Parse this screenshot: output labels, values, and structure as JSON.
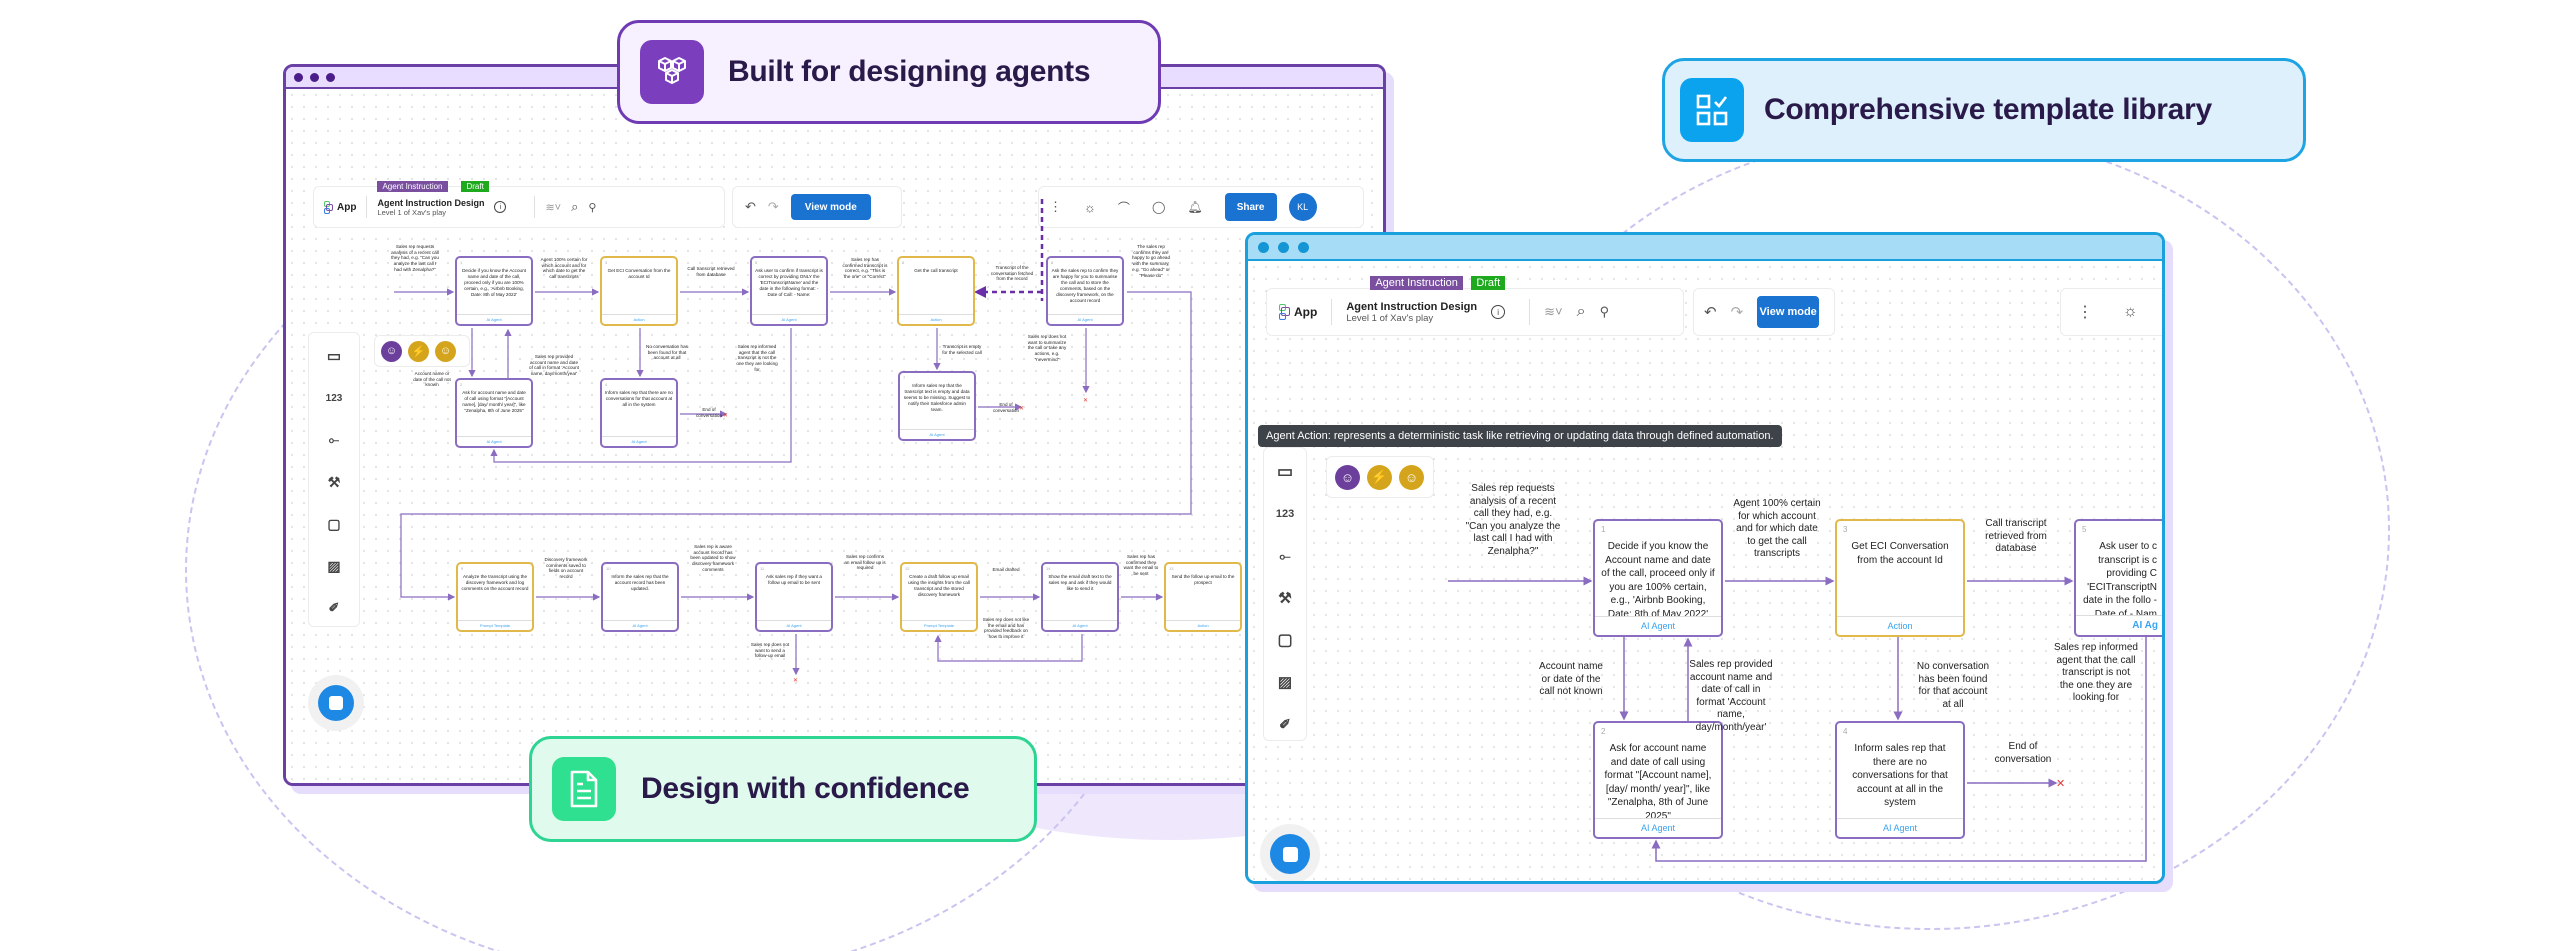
{
  "callouts": {
    "agents": {
      "text": "Built for designing agents",
      "icon": "cubes-icon",
      "color": "#7b3fbe"
    },
    "templates": {
      "text": "Comprehensive template library",
      "icon": "checklist-grid-icon",
      "color": "#0ba3ee"
    },
    "confidence": {
      "text": "Design with confidence",
      "icon": "document-icon",
      "color": "#2ee08f"
    }
  },
  "app": {
    "logo_label": "App",
    "badge_type": "Agent Instruction",
    "badge_status": "Draft",
    "title": "Agent Instruction Design",
    "subtitle": "Level 1 of Xav's play",
    "view_mode": "View mode",
    "share": "Share",
    "avatar_initials": "KL",
    "sidebar_number_tool": "123"
  },
  "tooltip": "Agent Action: represents a deterministic task like retrieving or updating data through defined automation.",
  "flow": {
    "node_types": {
      "agent": "AI Agent",
      "action": "Action",
      "prompt": "Prompt Template"
    },
    "nodes": [
      {
        "num": "1",
        "type": "AI Agent",
        "text": "Decide if you know the Account name and date of the call, proceed only if you are 100% certain, e.g., 'Airbnb Booking, Date: 8th of May 2022'"
      },
      {
        "num": "2",
        "type": "AI Agent",
        "text": "Ask for account name and date of call using format \"[Account name], [day/ month/ year]\", like \"Zenalpha, 8th of June 2025\""
      },
      {
        "num": "3",
        "type": "Action",
        "text": "Get ECI Conversation from the account Id"
      },
      {
        "num": "4",
        "type": "AI Agent",
        "text": "Inform sales rep that there are no conversations for that account at all in the system"
      },
      {
        "num": "5",
        "type": "AI Agent",
        "text": "Ask user to confirm if transcript is correct by providing ONLY the 'ECITranscriptName' and the date in the following format: - Date of Call: - Name:"
      },
      {
        "num": "6",
        "type": "Action",
        "text": "Get the call transcript"
      },
      {
        "num": "7",
        "type": "AI Agent",
        "text": "Inform sales rep that the transcript text is empty and data seems to be missing. Suggest to notify their Salesforce admin team."
      },
      {
        "num": "8",
        "type": "AI Agent",
        "text": "Ask the sales rep to confirm they are happy for you to summarise the call and to store the comments, based on the discovery framework, on the account record"
      },
      {
        "num": "9",
        "type": "Prompt Template",
        "text": "Analyze the transcript using the discovery framework and log comments on the account record"
      },
      {
        "num": "10",
        "type": "AI Agent",
        "text": "Inform the sales rep that the account record has been updated."
      },
      {
        "num": "11",
        "type": "AI Agent",
        "text": "Ask sales rep if they want a follow up email to be sent"
      },
      {
        "num": "12",
        "type": "Prompt Template",
        "text": "Create a draft follow up email using the insights from the call transcript and the stored discovery framework"
      },
      {
        "num": "14",
        "type": "AI Agent",
        "text": "Show the email draft text to the sales rep and ask if they would like to send it"
      },
      {
        "num": "13",
        "type": "Action",
        "text": "Send the follow up email to the prospect"
      }
    ],
    "edge_labels": {
      "start": "Sales rep requests analysis of a recent call they had, e.g. \"Can you analyze the last call I had with Zenalpha?\"",
      "e1_3": "Agent 100% certain for which account and for which date to get the call transcripts",
      "e1_2": "Account name or date of the call not known",
      "e2_1": "Sales rep provided account name and date of call in format 'Account name, day/month/year'",
      "e3_5": "Call transcript retrieved from database",
      "e3_4": "No conversation has been found for that account at all",
      "e4_end": "End of conversation",
      "e5_2": "Sales rep informed agent that the call transcript is not the one they are looking for",
      "e5_6": "Sales rep has confirmed transcript is correct, e.g. \"This is the one\" or \"Correct\"",
      "e6_7": "Transcript is empty for the selected call",
      "e7_end": "End of conversation",
      "e6_8": "Transcript of the conversation fetched from the record",
      "e8_end": "Sales rep does not want to summarize the call or take any actions, e.g. \"nevermind\"",
      "e8_9": "The sales rep confirms they are happy to go ahead with the summary, e.g. \"Go ahead\" or \"Please do\"",
      "e9_10": "Discovery framework comments saved to fields on account record",
      "e10_11": "Sales rep is aware account record has been updated to show discovery framework comments",
      "e11_end": "Sales rep does not want to send a follow-up email",
      "e11_12": "Sales rep confirms an email follow up is required",
      "e12_14": "Email drafted",
      "e14_12": "Sales rep does not like the email and has provided feedback on how to improve it",
      "e14_13": "Sales rep has confirmed they want the email to be sent"
    }
  },
  "right_flow": {
    "node5_visible": "Ask user to c transcript is c providing C 'ECITranscriptN date in the follo - Date of - Nam",
    "node5_type_visible": "AI Ag"
  },
  "left_flow_partial": {
    "node1_label_tail": "not known",
    "node13_visible": "Send the follow up email to the prospect"
  }
}
